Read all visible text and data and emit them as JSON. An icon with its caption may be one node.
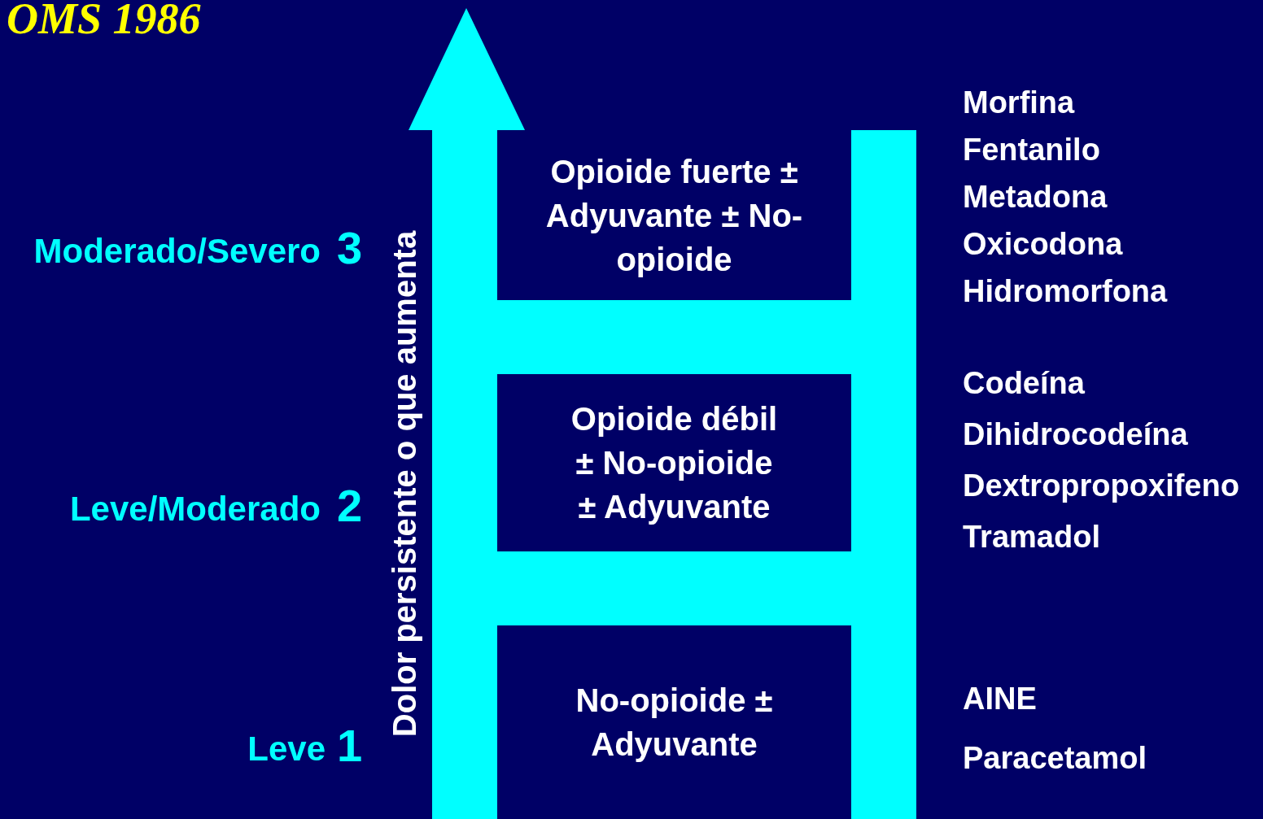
{
  "diagram": {
    "title": "OMS 1986",
    "nodes": [
      {
        "text": [
          "Opioide fuerte ± Adyuvante ± No-opioide"
        ],
        "beside": [
          "Morfina",
          "Fentanilo",
          "Metadona",
          "Oxicodona",
          "Hidromorfona"
        ]
      },
      {
        "text": [
          "Opioide débil ± No-opioide ± Adyuvante"
        ],
        "beside": [
          "Codeína",
          "Dihidrocodeína",
          "Dextropropoxifeno",
          "Tramadol"
        ]
      },
      {
        "text": [
          "No-opioide ± Adyuvante"
        ],
        "beside": [
          "AINE",
          "Paracetamol"
        ]
      }
    ],
    "labels": [
      "Moderado/Severo",
      "3",
      "Dolor persistente o que aumenta",
      "Leve/Moderado",
      "2",
      "Leve",
      "1"
    ]
  }
}
